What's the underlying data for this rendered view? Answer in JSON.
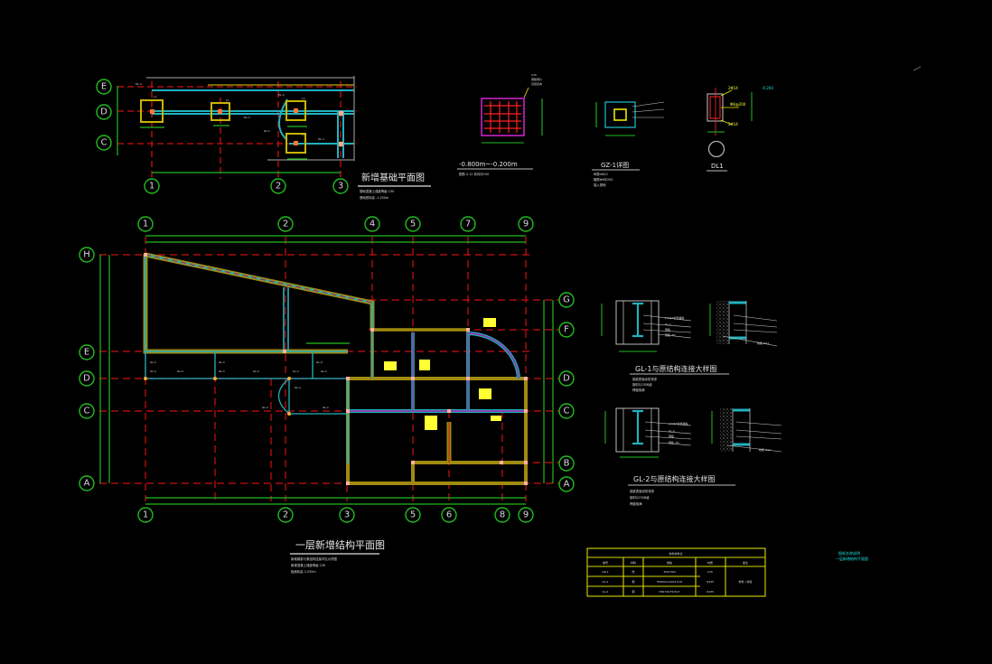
{
  "colors": {
    "background": "#000000",
    "axis_line": "#cc1111",
    "dimension": "#22bb22",
    "wall_cyan": "#20b2c0",
    "wall_outline": "#a08a10",
    "beam_magenta": "#a020a0",
    "annotation_yellow": "#ffff33",
    "text": "#e6e6e6",
    "table_border": "#d8d800"
  },
  "foundation_plan": {
    "title": "新增基础平面图",
    "notes": [
      "基础混凝土强度等级 C30",
      "基础底标高 -1.200m"
    ],
    "row_axes": [
      "E",
      "D",
      "C"
    ],
    "col_axes": [
      "1",
      "2",
      "3"
    ],
    "footing_labels": [
      "J-1",
      "J-1",
      "J-1",
      "J-1"
    ],
    "beam_labels": [
      "DL-1",
      "DL-1",
      "DL-1",
      "DL-1",
      "DL-1"
    ]
  },
  "section_1": {
    "title": "-0.800m~-0.200m",
    "note": "配筋 4 12 双向@200",
    "callout": [
      "C25",
      "钢筋网片",
      "双层双向"
    ]
  },
  "column_detail": {
    "title": "GZ-1详图",
    "notes": [
      "纵筋4Φ12",
      "箍筋Φ6@200",
      "锚入基础"
    ]
  },
  "beam_detail": {
    "title": "DL1",
    "callouts": [
      "2Φ14",
      "Φ8@200",
      "2Φ14",
      "-0.200"
    ]
  },
  "first_floor_plan": {
    "title": "一层新增结构平面图",
    "notes": [
      "新增钢梁与原结构连接详见大样图",
      "新增混凝土强度等级 C30",
      "板面标高 3.250m"
    ],
    "top_axes": [
      "1",
      "2",
      "4",
      "5",
      "7",
      "9"
    ],
    "bottom_axes": [
      "1",
      "2",
      "3",
      "5",
      "6",
      "8",
      "9"
    ],
    "left_axes": [
      "H",
      "E",
      "D",
      "C",
      "A"
    ],
    "right_axes": [
      "G",
      "F",
      "D",
      "C",
      "B",
      "A"
    ],
    "beam_labels": [
      "GL-1",
      "GL-1",
      "GL-2",
      "GL-1",
      "GL-1",
      "GL-2",
      "GL-1",
      "GL-2",
      "GL-1",
      "GL-1",
      "GL-2",
      "GL-1"
    ]
  },
  "detail_gl1": {
    "title": "GL-1与原结构连接大样图",
    "callouts": [
      "2-M16化学锚栓",
      "GL-1",
      "钢板",
      "钢板 -8x",
      "植筋 Φ14"
    ],
    "notes": [
      "钢梁表面涂防锈漆",
      "钢材Q235B级",
      "焊缝饱满"
    ]
  },
  "detail_gl2": {
    "title": "GL-2与原结构连接大样图",
    "callouts": [
      "2-M16化学锚栓",
      "GL-2",
      "钢板",
      "钢板 -8x",
      "植筋 Φ14"
    ],
    "notes": [
      "钢梁表面涂防锈漆",
      "钢材Q235B级",
      "焊缝饱满"
    ]
  },
  "schedule_table": {
    "title": "构件材料表",
    "headers": [
      "编号",
      "材料",
      "规格",
      "材质",
      "备注"
    ],
    "rows": [
      [
        "GZ-1",
        "砼",
        "300x300",
        "C25",
        ""
      ],
      [
        "GL-1",
        "钢",
        "HN200x100x5.5x8",
        "Q235",
        "构件 / 焊接"
      ],
      [
        "GL-2",
        "钢",
        "HN150x75x5x7",
        "Q235",
        ""
      ]
    ]
  },
  "side_note": [
    "图纸名称说明",
    "一层新增结构平面图"
  ]
}
